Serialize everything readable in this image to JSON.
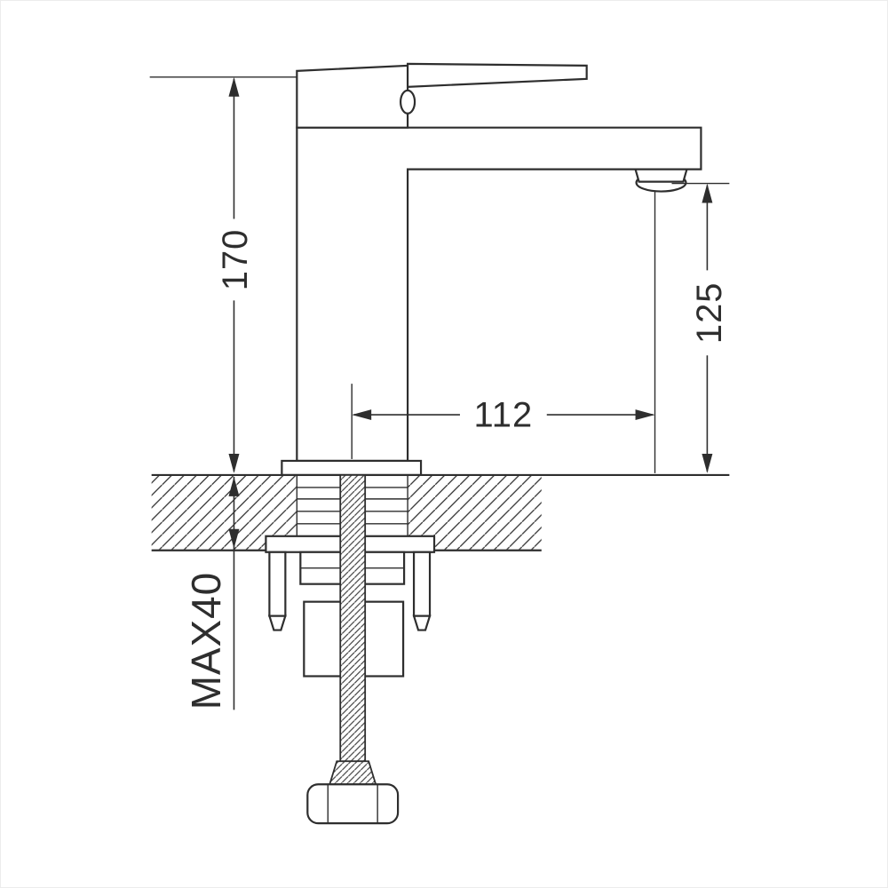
{
  "colors": {
    "line": "#2e2e2e",
    "background": "#ffffff"
  },
  "dimensions": {
    "overall_height": "170",
    "spout_height": "125",
    "spout_reach": "112",
    "max_mounting_thickness": "MAX40"
  }
}
